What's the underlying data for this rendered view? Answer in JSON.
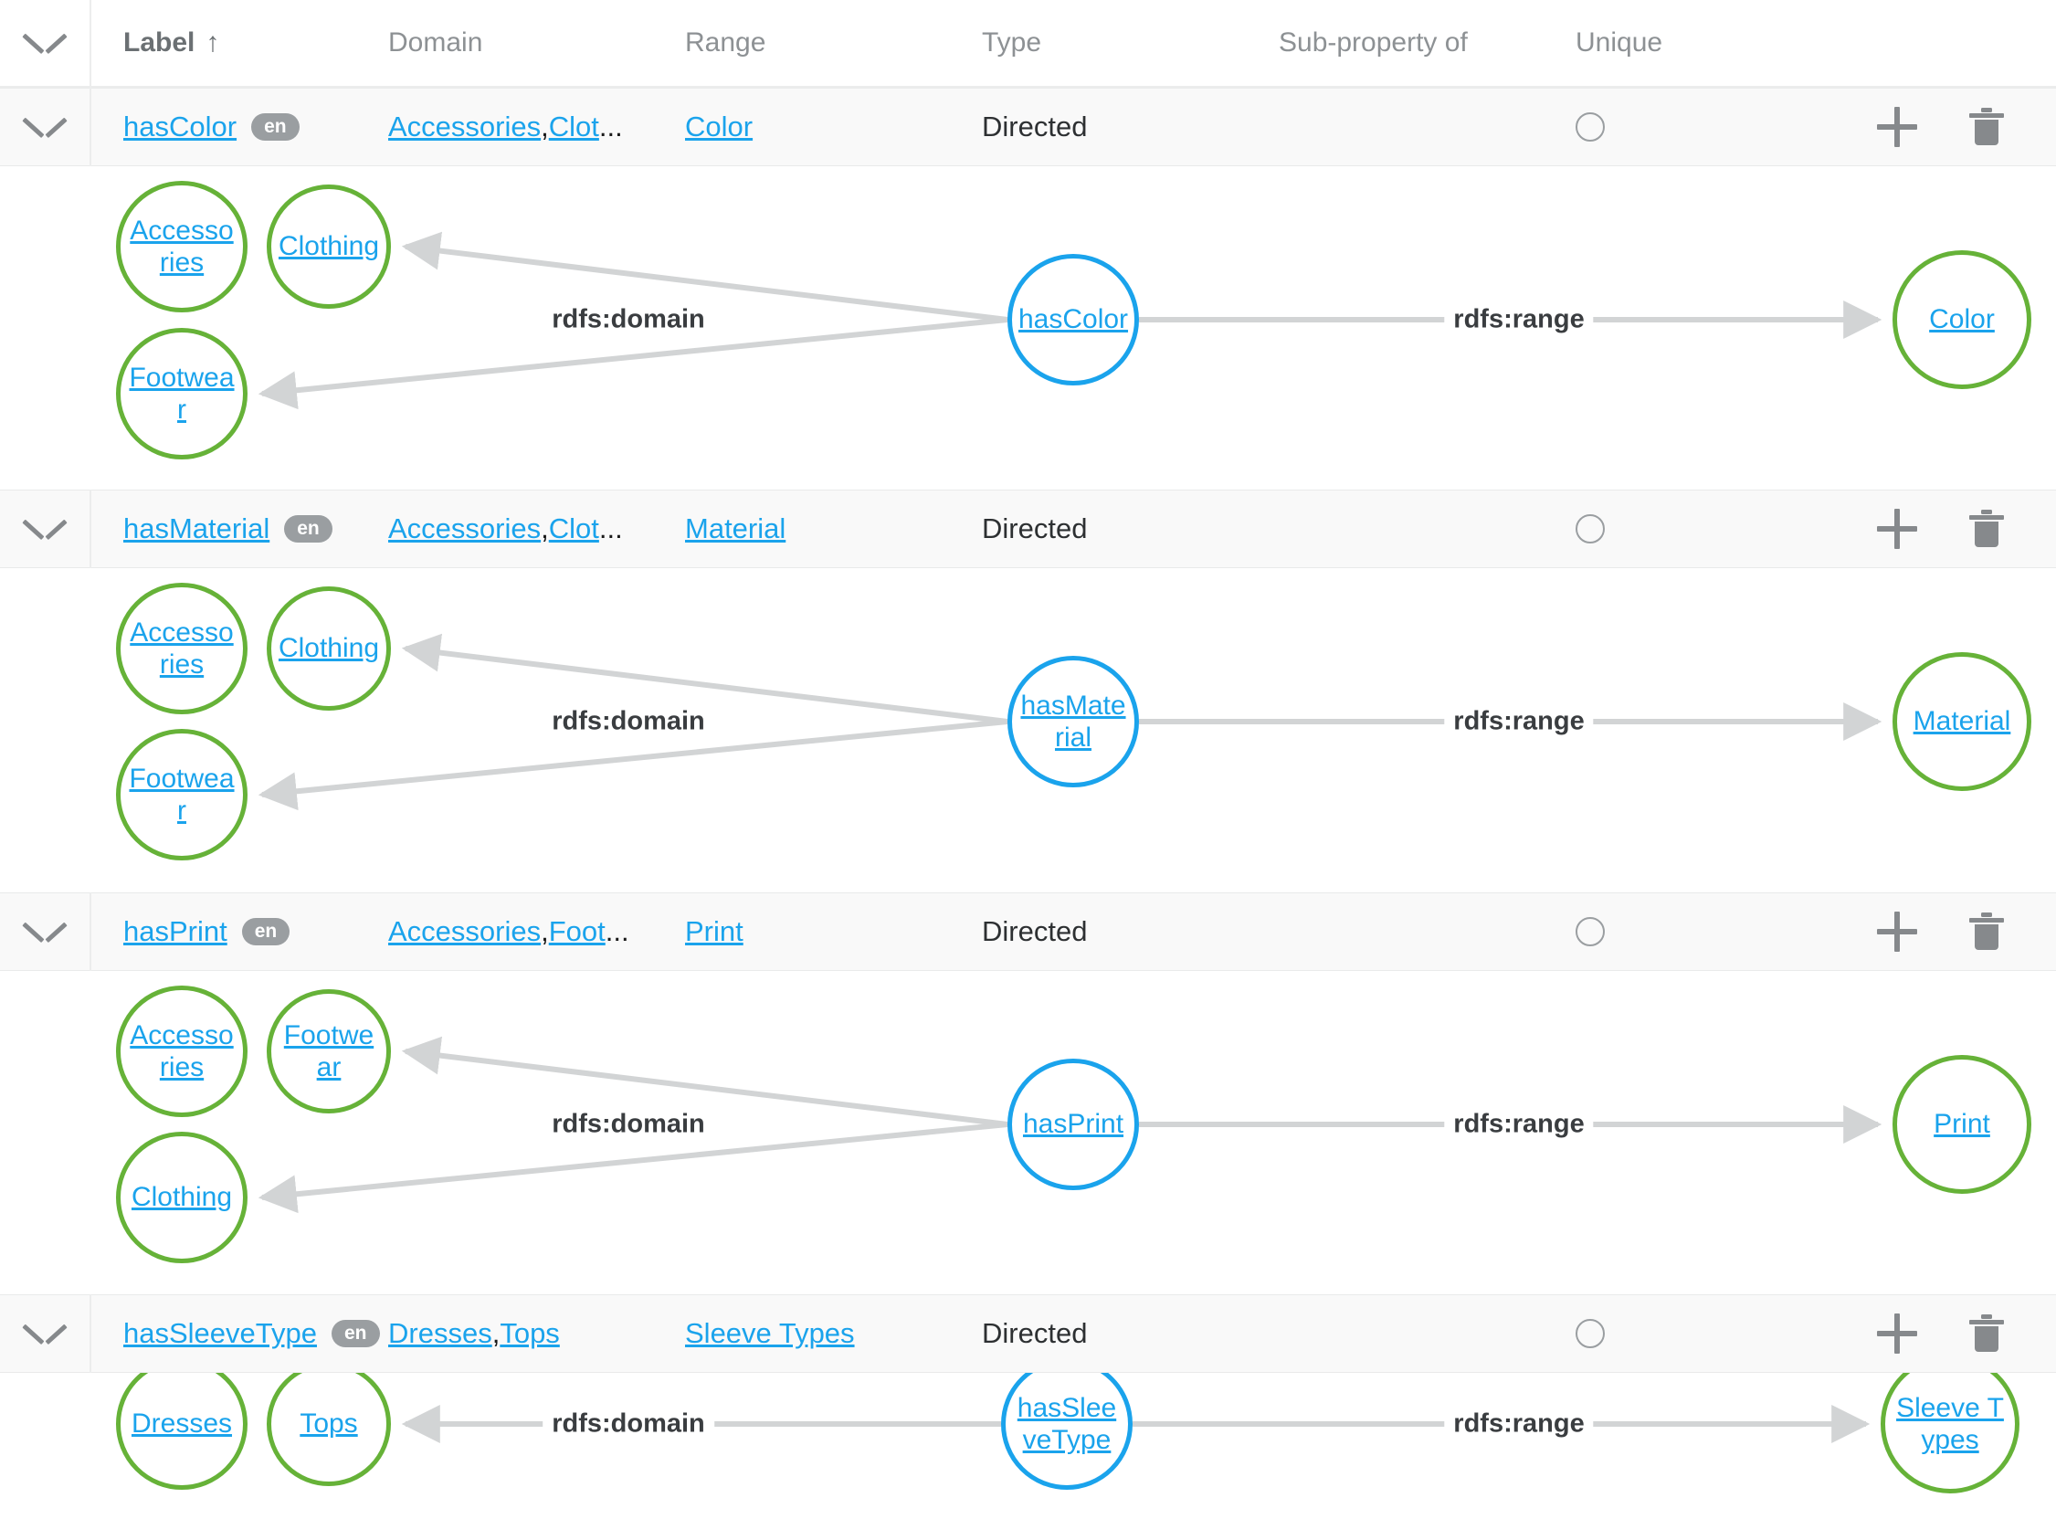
{
  "table": {
    "headers": {
      "chevron": "expand-all",
      "label": "Label",
      "sort_indicator": "↑",
      "domain": "Domain",
      "range": "Range",
      "type": "Type",
      "subproperty": "Sub-property of",
      "unique": "Unique"
    },
    "icons": {
      "chevron": "chevron-down-icon",
      "unique_radio": "radio-unchecked-icon",
      "add": "plus-icon",
      "delete": "trash-icon"
    },
    "rows": [
      {
        "label": "hasColor",
        "lang": "en",
        "domain_links": [
          "Accessories",
          "Clot"
        ],
        "domain_separator": ", ",
        "domain_ellipsis": "...",
        "range": "Color",
        "type": "Directed",
        "subproperty": "",
        "unique": false,
        "graph": {
          "domain_label": "rdfs:domain",
          "range_label": "rdfs:range",
          "domain_nodes": [
            "Accessories",
            "Clothing",
            "Footwear"
          ],
          "property_node": "hasColor",
          "range_node": "Color"
        }
      },
      {
        "label": "hasMaterial",
        "lang": "en",
        "domain_links": [
          "Accessories",
          "Clot"
        ],
        "domain_separator": ", ",
        "domain_ellipsis": "...",
        "range": "Material",
        "type": "Directed",
        "subproperty": "",
        "unique": false,
        "graph": {
          "domain_label": "rdfs:domain",
          "range_label": "rdfs:range",
          "domain_nodes": [
            "Accessories",
            "Clothing",
            "Footwear"
          ],
          "property_node": "hasMaterial",
          "range_node": "Material"
        }
      },
      {
        "label": "hasPrint",
        "lang": "en",
        "domain_links": [
          "Accessories",
          "Foot"
        ],
        "domain_separator": ", ",
        "domain_ellipsis": "...",
        "range": "Print",
        "type": "Directed",
        "subproperty": "",
        "unique": false,
        "graph": {
          "domain_label": "rdfs:domain",
          "range_label": "rdfs:range",
          "domain_nodes": [
            "Accessories",
            "Footwear",
            "Clothing"
          ],
          "property_node": "hasPrint",
          "range_node": "Print"
        }
      },
      {
        "label": "hasSleeveType",
        "lang": "en",
        "domain_links": [
          "Dresses",
          "Tops"
        ],
        "domain_separator": ", ",
        "domain_ellipsis": "",
        "range": "Sleeve Types",
        "type": "Directed",
        "subproperty": "",
        "unique": false,
        "graph": {
          "domain_label": "rdfs:domain",
          "range_label": "rdfs:range",
          "domain_nodes": [
            "Dresses",
            "Tops"
          ],
          "property_node": "hasSleeveType",
          "range_node": "Sleeve Types"
        }
      }
    ]
  },
  "colors": {
    "class_node": "#66b238",
    "property_node": "#1aa3ec",
    "link": "#1aa3ec",
    "edge": "#d2d4d5",
    "row_bg": "#f9f9f9",
    "header_text": "#8d9194"
  }
}
